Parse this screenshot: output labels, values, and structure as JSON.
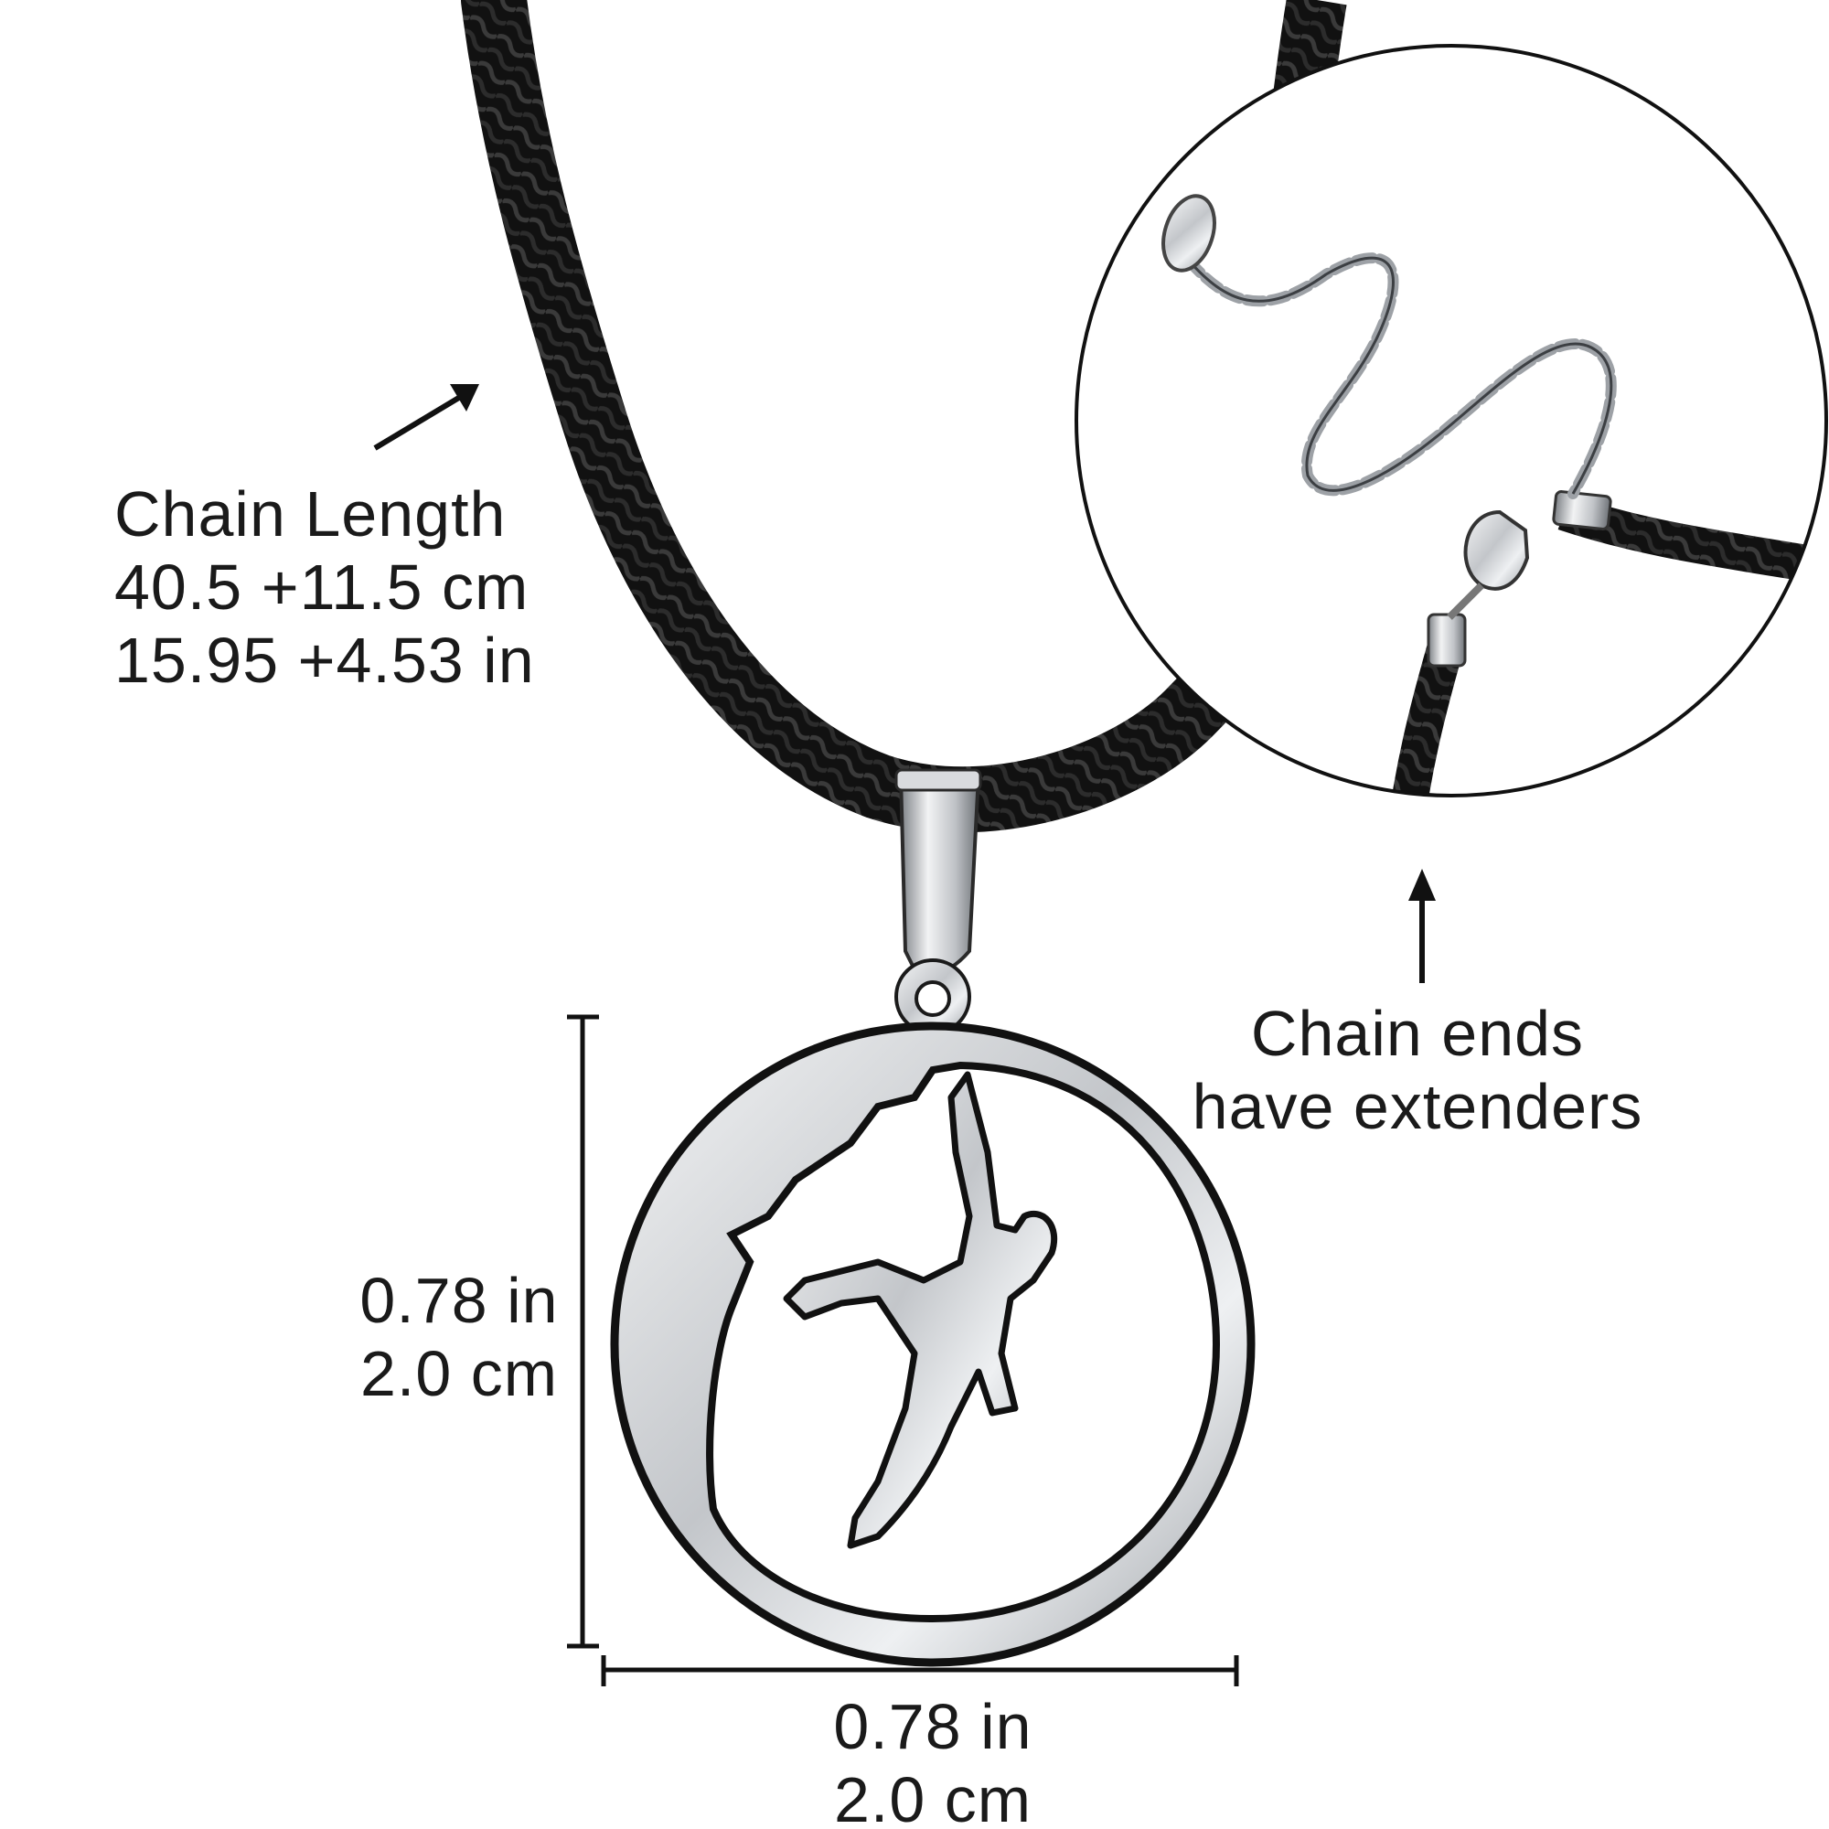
{
  "colors": {
    "background": "#ffffff",
    "cord": "#111111",
    "steel": "#c9ccd0",
    "ink": "#1a1a1a"
  },
  "chain_length": {
    "line1": "Chain Length",
    "line2": "40.5 +11.5 cm",
    "line3": "15.95 +4.53 in"
  },
  "extender_note": {
    "line1": "Chain ends",
    "line2": "have extenders"
  },
  "pendant_height": {
    "inches": "0.78 in",
    "cm": "2.0 cm"
  },
  "pendant_width": {
    "inches": "0.78 in",
    "cm": "2.0 cm"
  },
  "icons": [
    "arrow-up-right-icon",
    "arrow-up-icon",
    "height-dimension-line",
    "width-dimension-line"
  ]
}
